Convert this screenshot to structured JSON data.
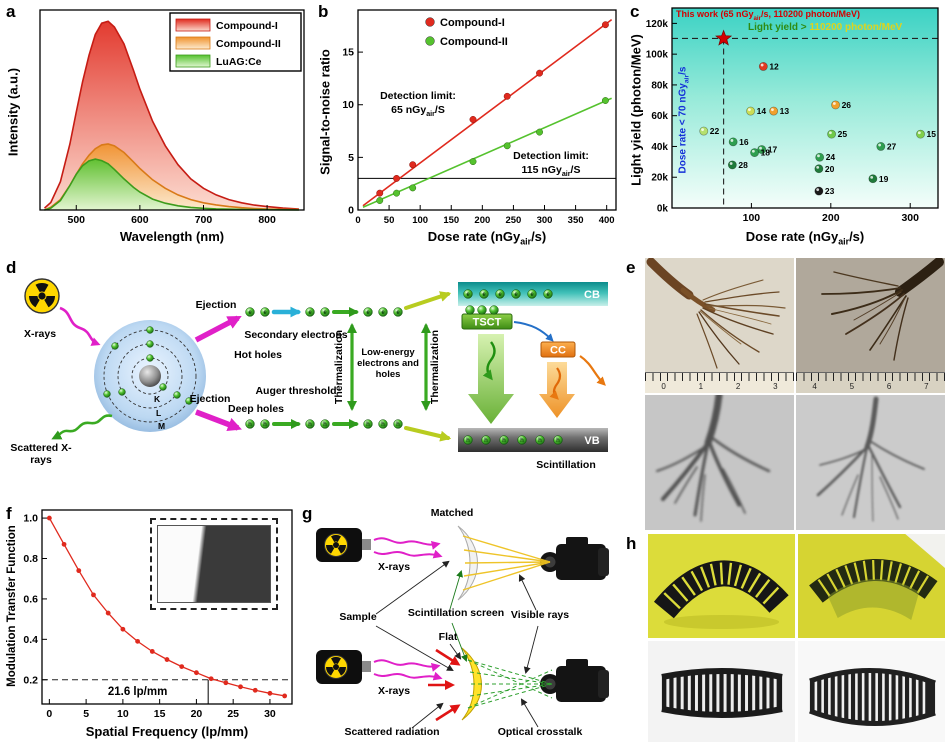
{
  "panel_a": {
    "label": "a"
  },
  "panel_b": {
    "label": "b",
    "xlabel_parts": {
      "pre": "Dose rate (nGy",
      "sub": "air",
      "post": "/s)"
    },
    "det1": {
      "l1": "Detection limit:",
      "l2pre": "65 nGy",
      "sub": "air",
      "post": "/S"
    },
    "det2": {
      "l1": "Detection limit:",
      "l2pre": "115 nGy",
      "sub": "air",
      "post": "/S"
    }
  },
  "panel_c": {
    "label": "c",
    "xlabel_parts": {
      "pre": "Dose rate (nGy",
      "sub": "air",
      "post": "/s)"
    },
    "this_work": {
      "pre": "This work (65 nGy",
      "sub": "air",
      "post": "/s, 110200 photon/MeV)"
    },
    "light_yield_green": "Light yield > ",
    "light_yield_value": "110200 photon/MeV",
    "dose_rate": {
      "pre": "Dose rate < 70 nGy",
      "sub": "air",
      "post": "/s"
    }
  },
  "panel_d": {
    "label": "d",
    "xrays": "X-rays",
    "scattered_xrays": "Scattered X-rays",
    "shell_k": "K",
    "shell_l": "L",
    "shell_m": "M",
    "ejection_top": "Ejection",
    "ejection_bottom": "Ejection",
    "hot_holes": "Hot holes",
    "deep_holes": "Deep holes",
    "secondary_electrons": "Secondary electrons",
    "thermalization_left": "Thermalization",
    "thermalization_right": "Thermalization",
    "low_energy": "Low-energy electrons and holes",
    "auger_threshold": "Auger threshold",
    "cb": "CB",
    "tsct": "TSCT",
    "cc": "CC",
    "vb": "VB",
    "scintillation": "Scintillation",
    "electron_glyph": "e",
    "hole_glyph": "h"
  },
  "panel_e": {
    "label": "e",
    "ruler_left": [
      "0",
      "1",
      "2",
      "3"
    ],
    "ruler_right": [
      "4",
      "5",
      "6",
      "7"
    ]
  },
  "panel_f": {
    "label": "f"
  },
  "panel_g": {
    "label": "g",
    "matched": "Matched",
    "flat": "Flat",
    "xrays_top": "X-rays",
    "xrays_bottom": "X-rays",
    "sample": "Sample",
    "scintillation_screen": "Scintillation screen",
    "visible_rays": "Visible rays",
    "scattered_radiation": "Scattered radiation",
    "optical_crosstalk": "Optical crosstalk"
  },
  "panel_h": {
    "label": "h"
  },
  "chart_data": [
    {
      "id": "a",
      "type": "area",
      "title": "",
      "xlabel": "Wavelength (nm)",
      "ylabel": "Intensity (a.u.)",
      "xlim": [
        443,
        858
      ],
      "xticks": [
        500,
        600,
        700,
        800
      ],
      "x": [
        450,
        460,
        475,
        490,
        500,
        510,
        520,
        530,
        540,
        550,
        560,
        575,
        590,
        600,
        620,
        640,
        660,
        680,
        700,
        720,
        740,
        760,
        780,
        800,
        825,
        850
      ],
      "series": [
        {
          "name": "Compound-I",
          "color": "#e02a1e",
          "color_light": "#fcd9cd",
          "stroke": "#c61c14",
          "y": [
            0.01,
            0.04,
            0.15,
            0.35,
            0.52,
            0.68,
            0.82,
            0.93,
            0.99,
            1.0,
            0.97,
            0.88,
            0.74,
            0.64,
            0.47,
            0.34,
            0.24,
            0.165,
            0.115,
            0.08,
            0.055,
            0.038,
            0.026,
            0.018,
            0.01,
            0.005
          ]
        },
        {
          "name": "Compound-II",
          "color": "#f0922c",
          "color_light": "#fdebcf",
          "stroke": "#d97a18",
          "y": [
            0.0,
            0.015,
            0.055,
            0.13,
            0.19,
            0.245,
            0.29,
            0.325,
            0.345,
            0.35,
            0.34,
            0.305,
            0.255,
            0.22,
            0.16,
            0.115,
            0.08,
            0.055,
            0.038,
            0.027,
            0.018,
            0.012,
            0.008,
            0.005,
            0.003,
            0.002
          ]
        },
        {
          "name": "LuAG:Ce",
          "color": "#55c22e",
          "color_light": "#e0f6d0",
          "stroke": "#3d9c1c",
          "y": [
            0.0,
            0.01,
            0.05,
            0.13,
            0.19,
            0.235,
            0.26,
            0.27,
            0.262,
            0.245,
            0.215,
            0.165,
            0.12,
            0.095,
            0.058,
            0.036,
            0.022,
            0.014,
            0.009,
            0.006,
            0.004,
            0.003,
            0.002,
            0.0015,
            0.001,
            0.0005
          ]
        }
      ]
    },
    {
      "id": "b",
      "type": "scatter-line",
      "xlabel": "Dose rate (nGy_air/s)",
      "ylabel": "Signal-to-noise ratio",
      "xlim": [
        0,
        415
      ],
      "ylim": [
        0,
        19
      ],
      "xticks": [
        0,
        50,
        100,
        150,
        200,
        250,
        300,
        350,
        400
      ],
      "yticks": [
        0,
        5,
        10,
        15
      ],
      "threshold_line_y": 3,
      "detection_limits": [
        "65 nGy_air/S",
        "115 nGy_air/S"
      ],
      "series": [
        {
          "name": "Compound-I",
          "color": "#e02a1e",
          "edge": "#8a1008",
          "x": [
            35,
            62,
            88,
            185,
            240,
            292,
            398
          ],
          "y": [
            1.6,
            3.0,
            4.3,
            8.6,
            10.8,
            13.0,
            17.6
          ],
          "fit_slope": 0.0442,
          "fit_intercept": 0.05
        },
        {
          "name": "Compound-II",
          "color": "#55c22e",
          "edge": "#2a6a10",
          "x": [
            35,
            62,
            88,
            185,
            240,
            292,
            398
          ],
          "y": [
            0.9,
            1.6,
            2.1,
            4.6,
            6.1,
            7.4,
            10.4
          ],
          "fit_slope": 0.0259,
          "fit_intercept": 0.05
        }
      ]
    },
    {
      "id": "c",
      "type": "scatter",
      "xlabel": "Dose rate (nGy_air/s)",
      "ylabel": "Light yield (photon/MeV)",
      "xlim": [
        0,
        335
      ],
      "ylim": [
        0,
        130
      ],
      "xticks": [
        100,
        200,
        300
      ],
      "yticks": [
        0,
        20,
        40,
        60,
        80,
        100,
        120
      ],
      "ytick_suffix": "k",
      "dashed_x": 65,
      "dashed_y": 110.2,
      "points": [
        {
          "label": "This work",
          "x": 65,
          "y": 110.2,
          "color": "#d40000",
          "marker": "star"
        },
        {
          "label": "12",
          "x": 115,
          "y": 92,
          "color": "#e23b22"
        },
        {
          "label": "13",
          "x": 128,
          "y": 63,
          "color": "#f0a02c"
        },
        {
          "label": "14",
          "x": 99,
          "y": 63,
          "color": "#ccdd55"
        },
        {
          "label": "15",
          "x": 313,
          "y": 48,
          "color": "#7fcf4a"
        },
        {
          "label": "16",
          "x": 77,
          "y": 43,
          "color": "#2e9e4f"
        },
        {
          "label": "17",
          "x": 113,
          "y": 38,
          "color": "#2e9e4f"
        },
        {
          "label": "18",
          "x": 104,
          "y": 36,
          "color": "#2e9e4f"
        },
        {
          "label": "19",
          "x": 253,
          "y": 19,
          "color": "#1f7a3a"
        },
        {
          "label": "20",
          "x": 185,
          "y": 25.5,
          "color": "#1f7a3a"
        },
        {
          "label": "22",
          "x": 40,
          "y": 50,
          "color": "#b5e06e"
        },
        {
          "label": "23",
          "x": 185,
          "y": 11,
          "color": "#1a1a1a"
        },
        {
          "label": "24",
          "x": 186,
          "y": 33,
          "color": "#2e9e4f"
        },
        {
          "label": "25",
          "x": 201,
          "y": 48,
          "color": "#6fc84a"
        },
        {
          "label": "26",
          "x": 206,
          "y": 67,
          "color": "#f0a02c"
        },
        {
          "label": "27",
          "x": 263,
          "y": 40,
          "color": "#2e9e4f"
        },
        {
          "label": "28",
          "x": 76,
          "y": 28,
          "color": "#1f7a3a"
        }
      ]
    },
    {
      "id": "f",
      "type": "scatter-line",
      "xlabel": "Spatial Frequency (lp/mm)",
      "ylabel": "Modulation Transfer Function",
      "xlim": [
        -1,
        33
      ],
      "ylim": [
        0.08,
        1.04
      ],
      "xticks": [
        0,
        5,
        10,
        15,
        20,
        25,
        30
      ],
      "yticks": [
        0.2,
        0.4,
        0.6,
        0.8,
        1.0
      ],
      "color": "#e02a1e",
      "x": [
        0,
        2,
        4,
        6,
        8,
        10,
        12,
        14,
        16,
        18,
        20,
        22,
        24,
        26,
        28,
        30,
        32
      ],
      "y": [
        1.0,
        0.87,
        0.74,
        0.62,
        0.53,
        0.45,
        0.39,
        0.34,
        0.3,
        0.265,
        0.235,
        0.205,
        0.185,
        0.165,
        0.148,
        0.133,
        0.12
      ],
      "dashed_y": 0.2,
      "vline_x": 21.6,
      "annotation": "21.6 lp/mm"
    }
  ]
}
